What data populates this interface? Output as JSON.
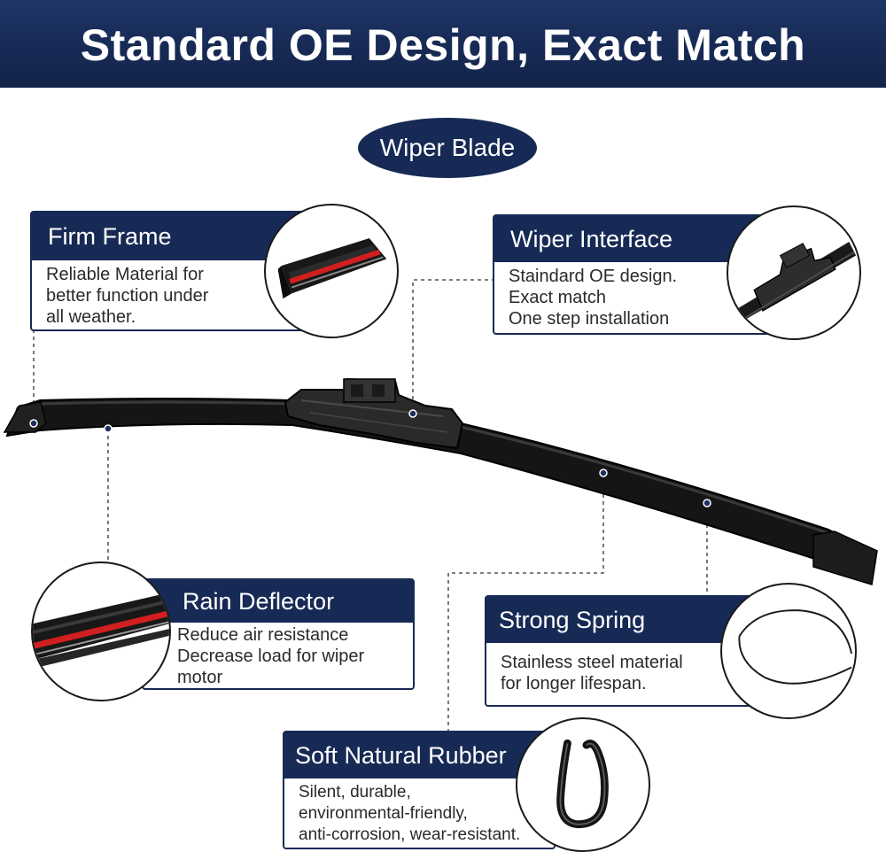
{
  "header": {
    "title": "Standard OE Design, Exact Match"
  },
  "badge": {
    "label": "Wiper Blade"
  },
  "callouts": {
    "firm_frame": {
      "title": "Firm Frame",
      "lines": [
        "Reliable Material for",
        "better function under",
        "all weather."
      ]
    },
    "wiper_interface": {
      "title": "Wiper Interface",
      "lines": [
        "Staindard OE design.",
        "Exact match",
        "One step installation"
      ]
    },
    "rain_deflector": {
      "title": "Rain Deflector",
      "lines": [
        "Reduce air resistance",
        "Decrease load for wiper",
        "motor"
      ]
    },
    "strong_spring": {
      "title": "Strong Spring",
      "lines": [
        "Stainless steel material",
        "for longer lifespan."
      ]
    },
    "soft_rubber": {
      "title": "Soft Natural Rubber",
      "lines": [
        "Silent, durable,",
        "environmental-friendly,",
        "anti-corrosion, wear-resistant."
      ]
    }
  },
  "colors": {
    "navy": "#172a55",
    "accent_red": "#d11f1f",
    "blade_black": "#151515"
  }
}
